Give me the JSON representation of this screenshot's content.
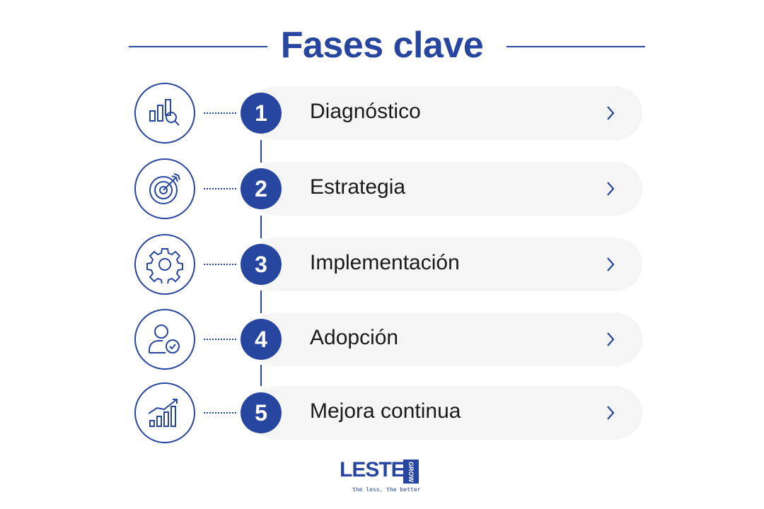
{
  "title": "Fases clave",
  "steps": [
    {
      "number": "1",
      "label": "Diagnóstico",
      "icon": "chart-search-icon"
    },
    {
      "number": "2",
      "label": "Estrategia",
      "icon": "target-icon"
    },
    {
      "number": "3",
      "label": "Implementación",
      "icon": "gear-icon"
    },
    {
      "number": "4",
      "label": "Adopción",
      "icon": "user-check-icon"
    },
    {
      "number": "5",
      "label": "Mejora continua",
      "icon": "growth-chart-icon"
    }
  ],
  "logo": {
    "main": "LESTER",
    "box": "GROW",
    "tagline": "the less, the better"
  },
  "colors": {
    "accent": "#2746a0",
    "pill": "#f5f5f6",
    "text": "#1a1a1a"
  }
}
